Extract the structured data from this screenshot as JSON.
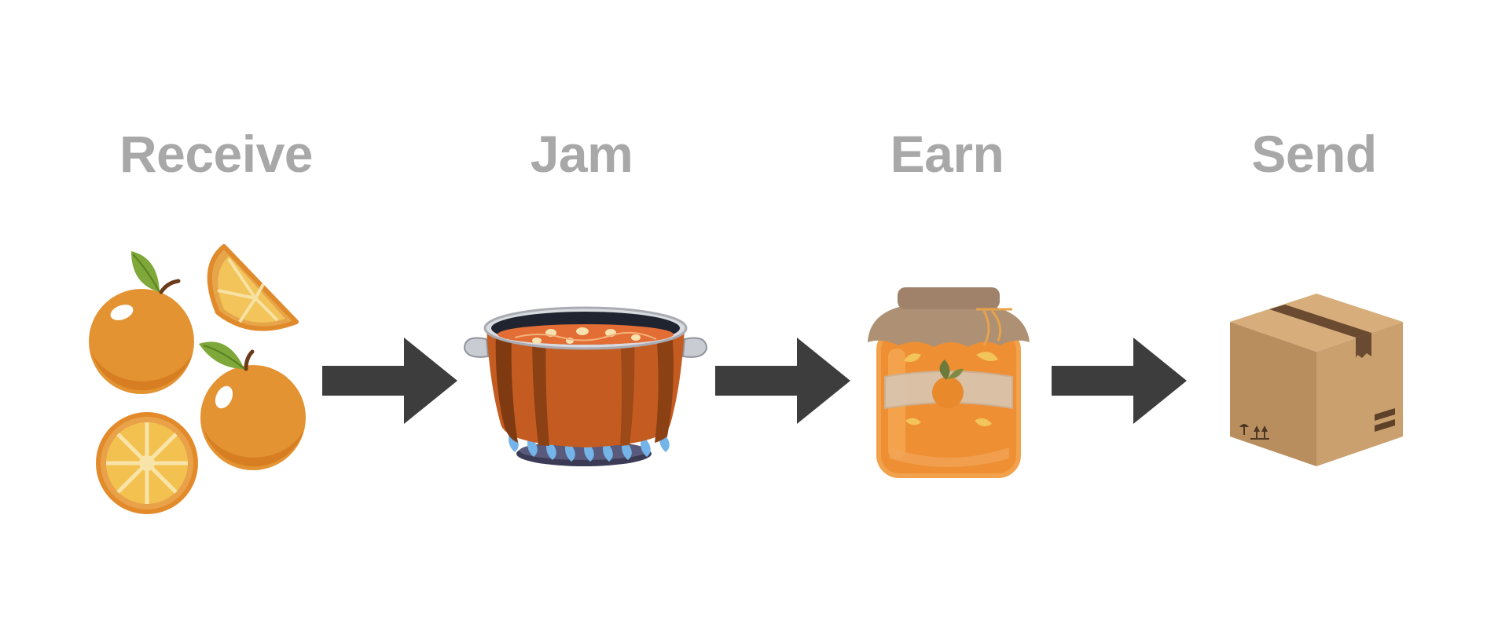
{
  "steps": [
    {
      "title": "Receive",
      "icon": "oranges-icon"
    },
    {
      "title": "Jam",
      "icon": "cooking-pot-icon"
    },
    {
      "title": "Earn",
      "icon": "jam-jar-icon"
    },
    {
      "title": "Send",
      "icon": "shipping-box-icon"
    }
  ],
  "colors": {
    "title_gray": "#a8a8a8",
    "arrow": "#3d3d3d",
    "orange": "#e39331",
    "pot": "#c45c22",
    "cardboard": "#b98e5f"
  }
}
